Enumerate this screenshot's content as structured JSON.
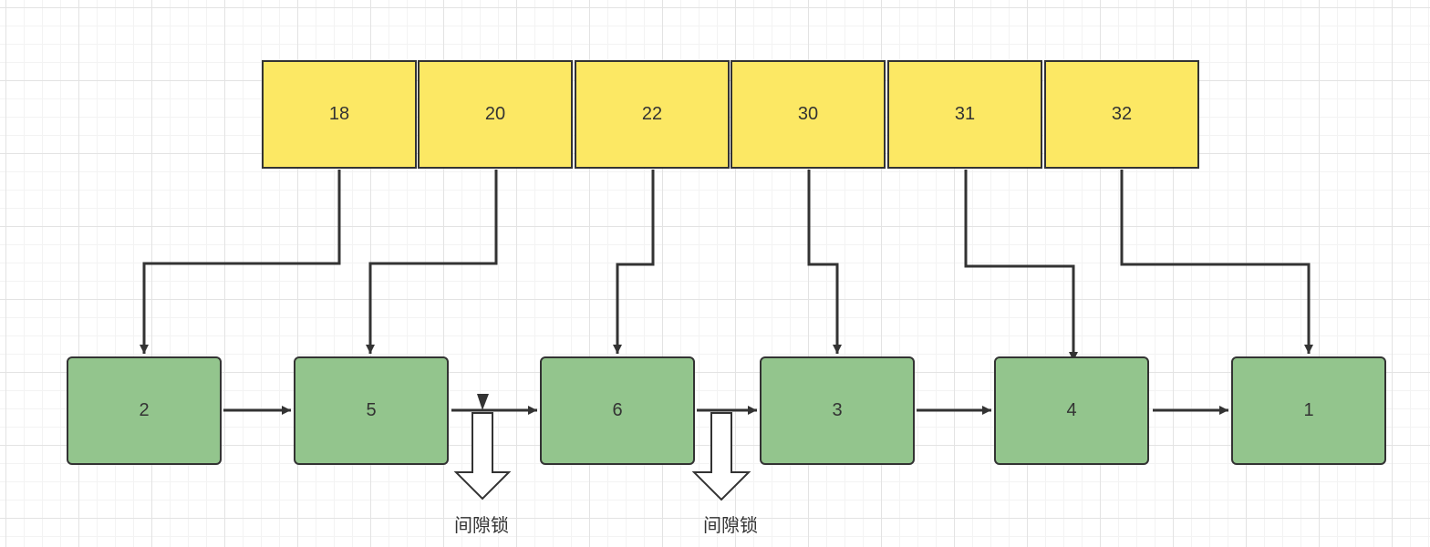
{
  "index_keys": [
    "18",
    "20",
    "22",
    "30",
    "31",
    "32"
  ],
  "row_ids": [
    "2",
    "5",
    "6",
    "3",
    "4",
    "1"
  ],
  "gap_locks": [
    {
      "label": "间隙锁"
    },
    {
      "label": "间隙锁"
    }
  ],
  "colors": {
    "index_fill": "#fce864",
    "row_fill": "#93c58d",
    "stroke": "#333333"
  }
}
